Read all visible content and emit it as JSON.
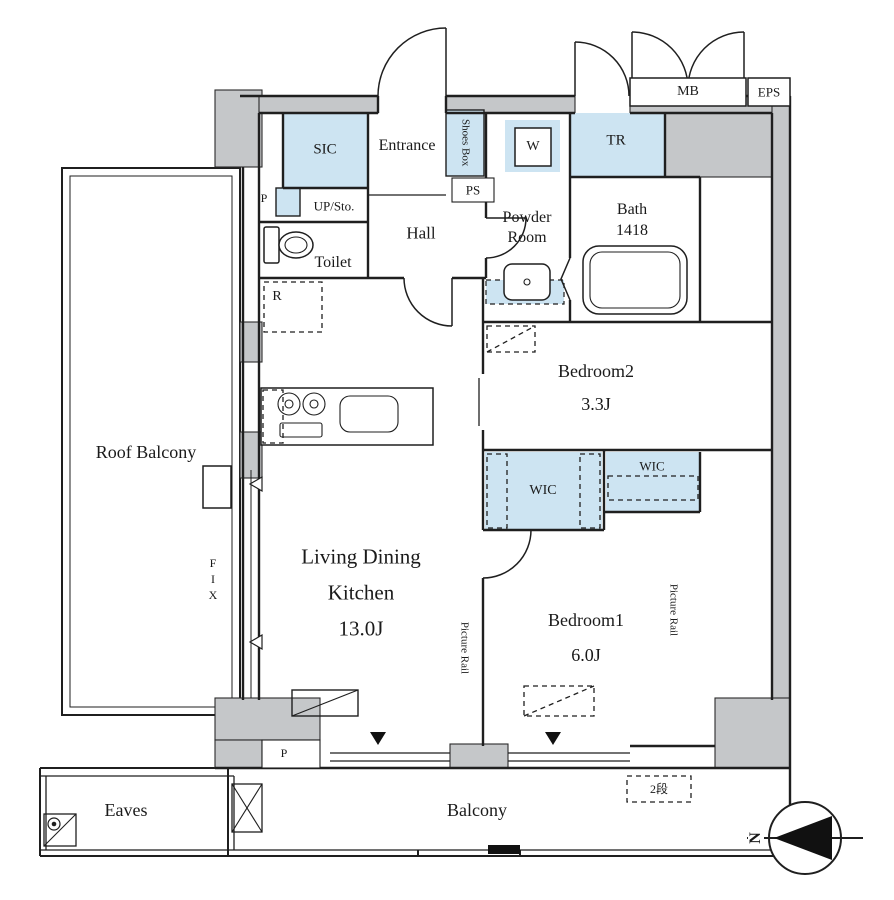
{
  "colors": {
    "wall_gray": "#c5c7c9",
    "room_blue": "#cde4f2",
    "line": "#1f1f1f"
  },
  "labels": {
    "mb": "MB",
    "eps": "EPS",
    "sic": "SIC",
    "entrance": "Entrance",
    "shoes_box": "Shoes Box",
    "washer": "W",
    "tr": "TR",
    "ps": "PS",
    "up_sto": "UP/Sto.",
    "hall": "Hall",
    "toilet": "Toilet",
    "powder_room": "Powder Room",
    "bath_name": "Bath",
    "bath_size": "1418",
    "fridge": "R",
    "bedroom2_name": "Bedroom2",
    "bedroom2_size": "3.3J",
    "roof_balcony": "Roof Balcony",
    "ldk_line1": "Living Dining",
    "ldk_line2": "Kitchen",
    "ldk_size": "13.0J",
    "wic_left": "WIC",
    "wic_right": "WIC",
    "bedroom1_name": "Bedroom1",
    "bedroom1_size": "6.0J",
    "fix": "FIX",
    "picture_rail_left": "Picture Rail",
    "picture_rail_right": "Picture Rail",
    "p_upper": "P",
    "p_lower": "P",
    "eaves": "Eaves",
    "balcony": "Balcony",
    "tier_storage": "2段",
    "north": "N"
  }
}
